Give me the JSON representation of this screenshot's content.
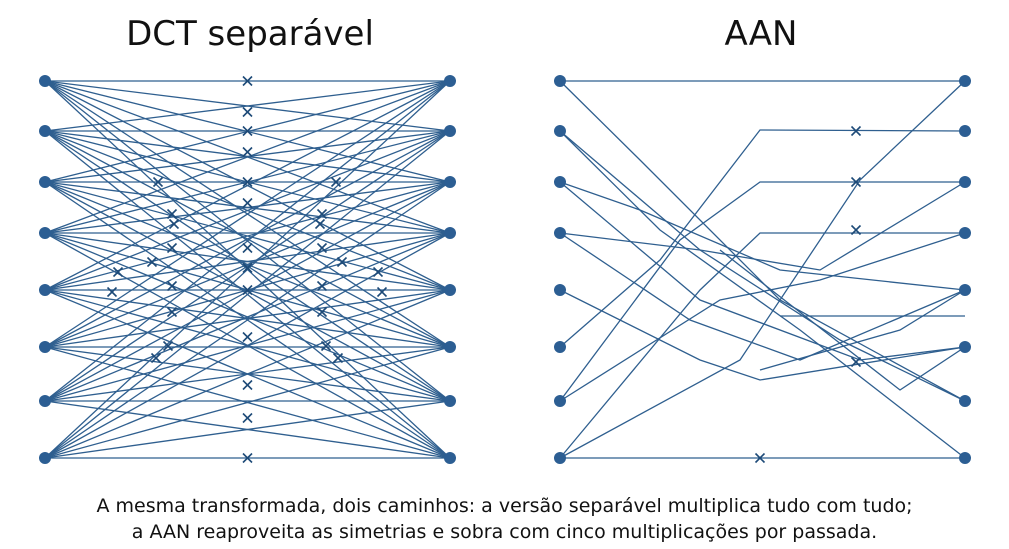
{
  "titles": {
    "left": "DCT separável",
    "right": "AAN"
  },
  "caption": {
    "line1": "A mesma transformada, dois caminhos: a versão separável multiplica tudo com tudo;",
    "line2": "a AAN reaproveita as simetrias e sobra com cinco multiplicações por passada."
  },
  "colors": {
    "line": "#2f5f8f",
    "node": "#2c5e93",
    "text": "#111111"
  },
  "panels": {
    "separable": {
      "inputs": 8,
      "outputs": 8,
      "connection": "all-to-all"
    },
    "aan": {
      "inputs": 8,
      "outputs": 8,
      "multiplications": 5
    }
  }
}
